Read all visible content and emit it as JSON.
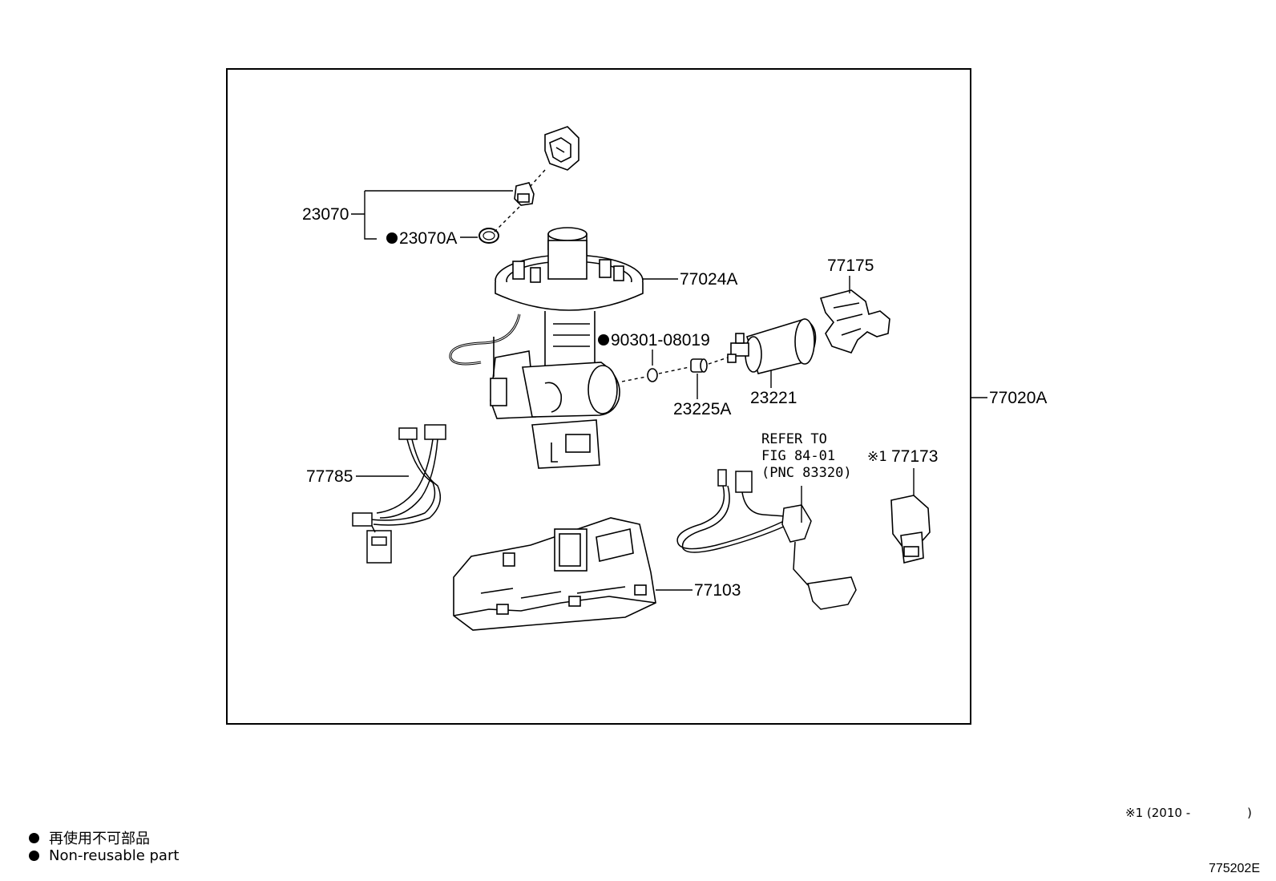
{
  "diagram": {
    "parts": {
      "p23070": "23070",
      "p23070a": "23070A",
      "p77024a": "77024A",
      "p90301": "90301-08019",
      "p77175": "77175",
      "p23221": "23221",
      "p23225a": "23225A",
      "p77020a": "77020A",
      "p77785": "77785",
      "p77173": "77173",
      "p77173_mark": "※1",
      "p77103": "77103"
    },
    "refer": {
      "line1": "REFER TO",
      "line2": "FIG 84-01",
      "line3": "(PNC 83320)"
    }
  },
  "legend": {
    "jp": "再使用不可部品",
    "en": "Non-reusable part"
  },
  "note": {
    "mark": "※1",
    "text": "(2010 -",
    "close": ")"
  },
  "figure_id": "775202E"
}
